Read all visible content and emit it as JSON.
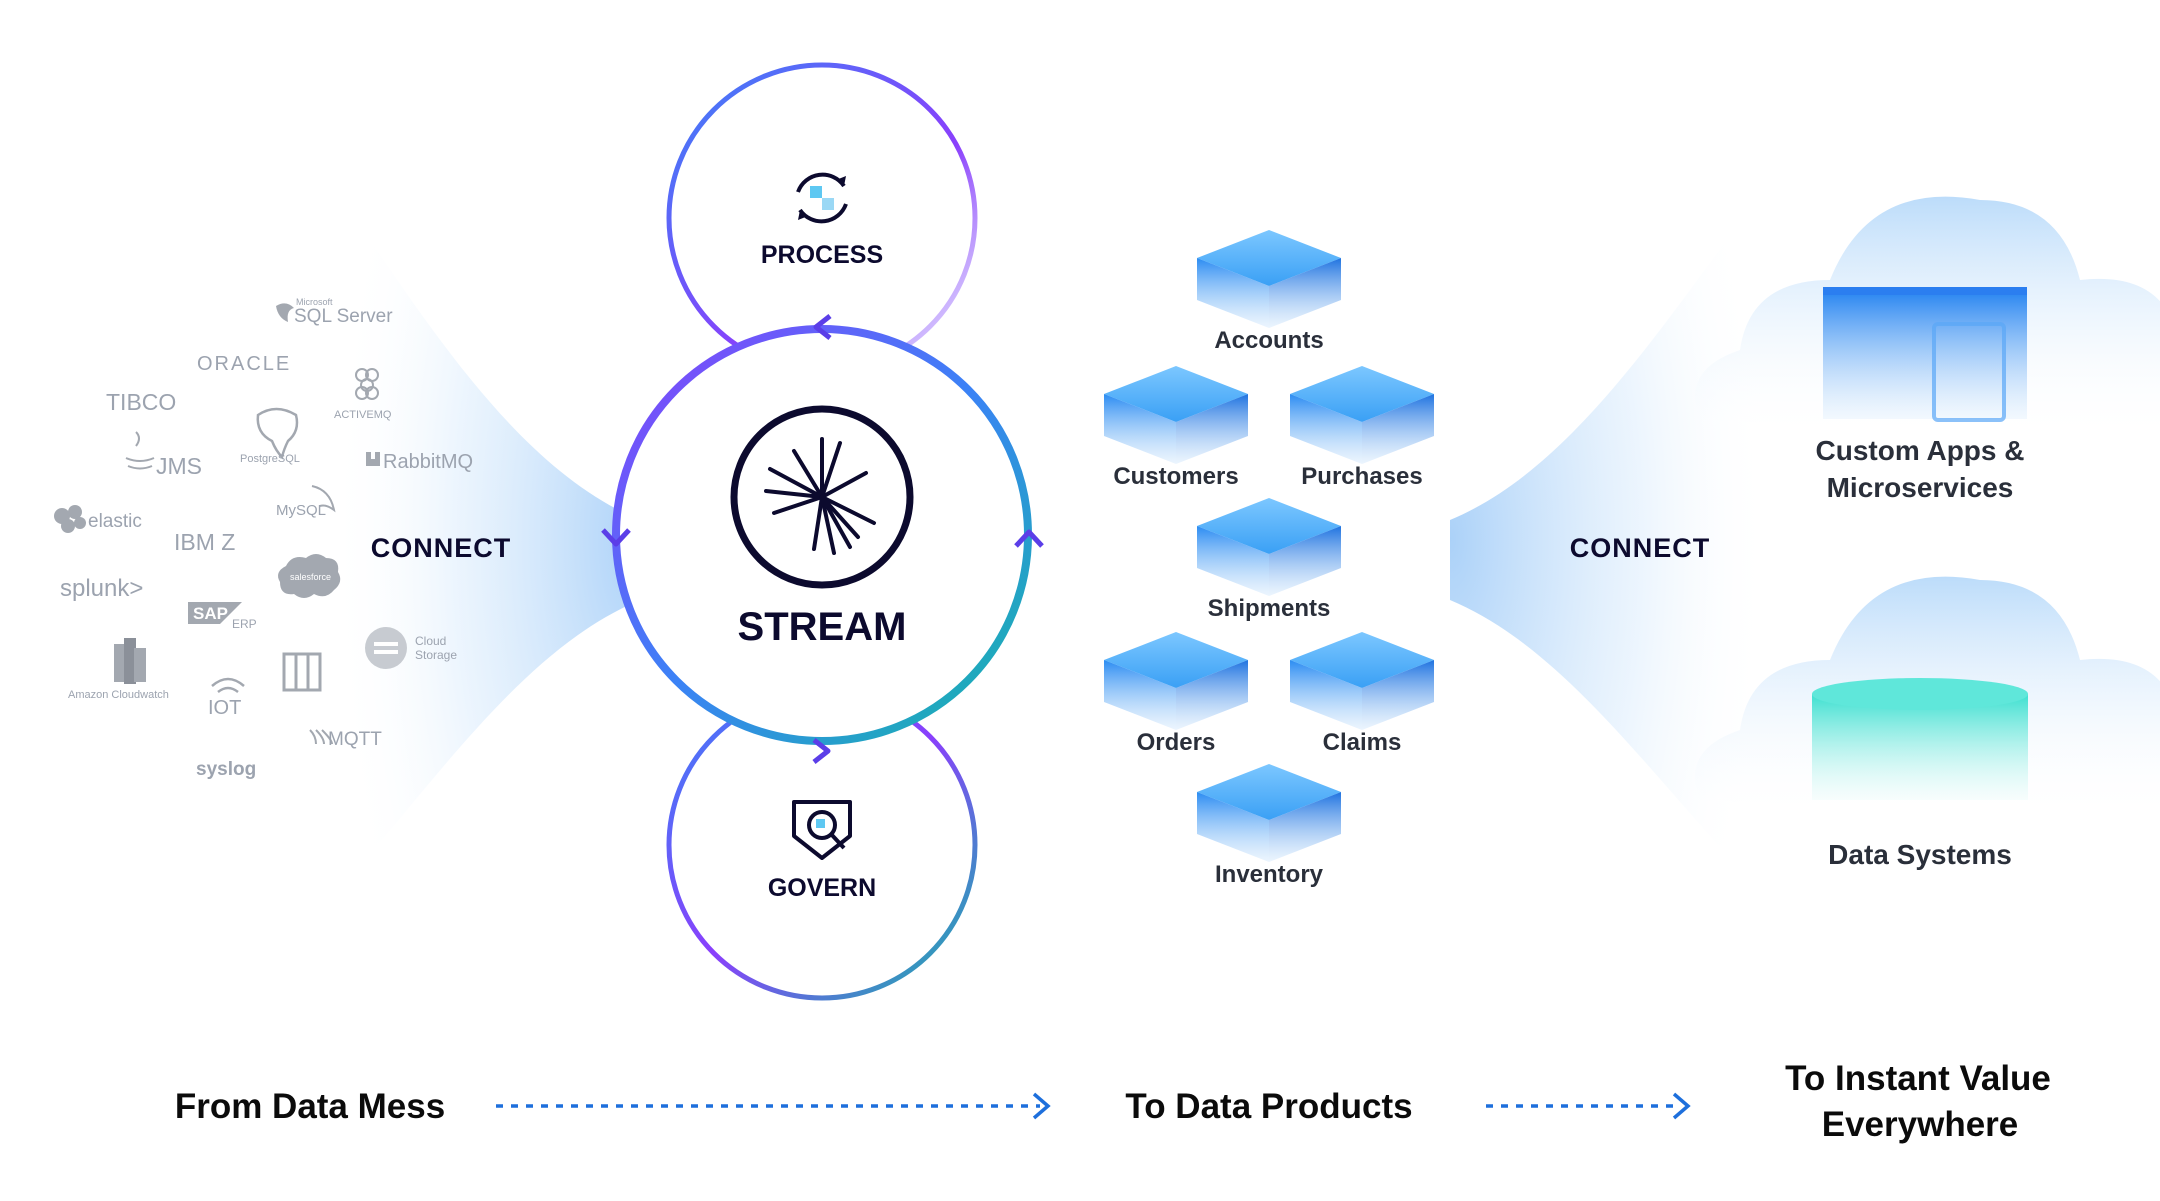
{
  "hub": {
    "process_label": "PROCESS",
    "stream_label": "STREAM",
    "govern_label": "GOVERN"
  },
  "connect": {
    "left_label": "CONNECT",
    "right_label": "CONNECT"
  },
  "sources": [
    {
      "text": "Microsoft",
      "icon": "sql-server-icon"
    },
    {
      "text": "SQL Server",
      "icon": "sql-server-icon"
    },
    {
      "text": "ORACLE",
      "icon": ""
    },
    {
      "text": "ACTIVEMQ",
      "icon": "activemq-icon"
    },
    {
      "text": "TIBCO",
      "icon": ""
    },
    {
      "text": "PostgreSQL",
      "icon": "postgresql-icon"
    },
    {
      "text": "JMS",
      "icon": "java-icon"
    },
    {
      "text": "RabbitMQ",
      "icon": "rabbitmq-icon"
    },
    {
      "text": "elastic",
      "icon": "elastic-icon"
    },
    {
      "text": "MySQL",
      "icon": "mysql-icon"
    },
    {
      "text": "IBM Z",
      "icon": ""
    },
    {
      "text": "splunk>",
      "icon": ""
    },
    {
      "text": "salesforce",
      "icon": "salesforce-icon"
    },
    {
      "text": "SAP",
      "icon": "sap-icon"
    },
    {
      "text": "ERP",
      "icon": ""
    },
    {
      "text": "Cloud",
      "icon": "cloud-storage-icon"
    },
    {
      "text": "Storage",
      "icon": "cloud-storage-icon"
    },
    {
      "text": "Amazon Cloudwatch",
      "icon": "cloudwatch-icon"
    },
    {
      "text": "IOT",
      "icon": "iot-icon"
    },
    {
      "text": "MQTT",
      "icon": "mqtt-icon"
    },
    {
      "text": "syslog",
      "icon": ""
    }
  ],
  "data_products": [
    "Accounts",
    "Customers",
    "Purchases",
    "Shipments",
    "Orders",
    "Claims",
    "Inventory"
  ],
  "destinations": {
    "apps_line1": "Custom Apps &",
    "apps_line2": "Microservices",
    "systems": "Data Systems"
  },
  "footer": {
    "from": "From Data Mess",
    "to_products": "To Data Products",
    "value_line1": "To Instant Value",
    "value_line2": "Everywhere"
  },
  "colors": {
    "gradient_purple": "#8a3ffc",
    "gradient_blue": "#3b82f6",
    "gradient_teal": "#14b8a6",
    "cube_blue": "#2b8cf2",
    "dotted_arrow": "#1d6fdc",
    "logo_navy": "#0c0a2e",
    "logo_gray": "#9ca3af"
  }
}
